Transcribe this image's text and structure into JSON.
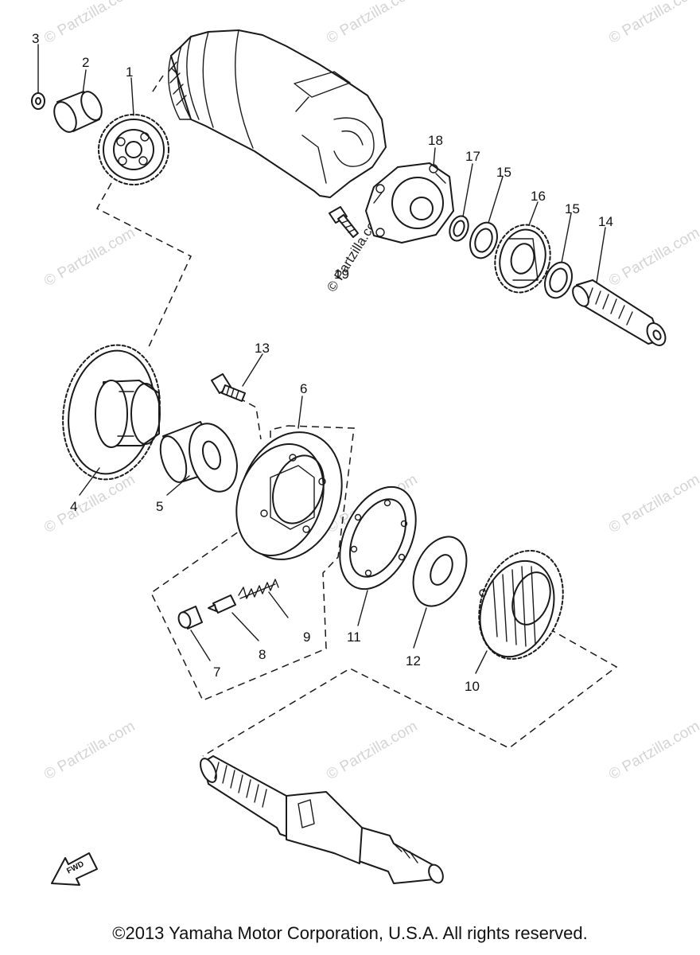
{
  "diagram": {
    "part_labels": {
      "p1": "1",
      "p2": "2",
      "p3": "3",
      "p4": "4",
      "p5": "5",
      "p6": "6",
      "p7": "7",
      "p8": "8",
      "p9": "9",
      "p10": "10",
      "p11": "11",
      "p12": "12",
      "p13": "13",
      "p14": "14",
      "p15a": "15",
      "p15b": "15",
      "p16": "16",
      "p17": "17",
      "p18": "18",
      "p19": "19"
    },
    "direction_marker": "FWD"
  },
  "watermark": {
    "text": "© Partzilla.com"
  },
  "footer": {
    "copyright": "©2013 Yamaha Motor Corporation, U.S.A. All rights reserved."
  }
}
